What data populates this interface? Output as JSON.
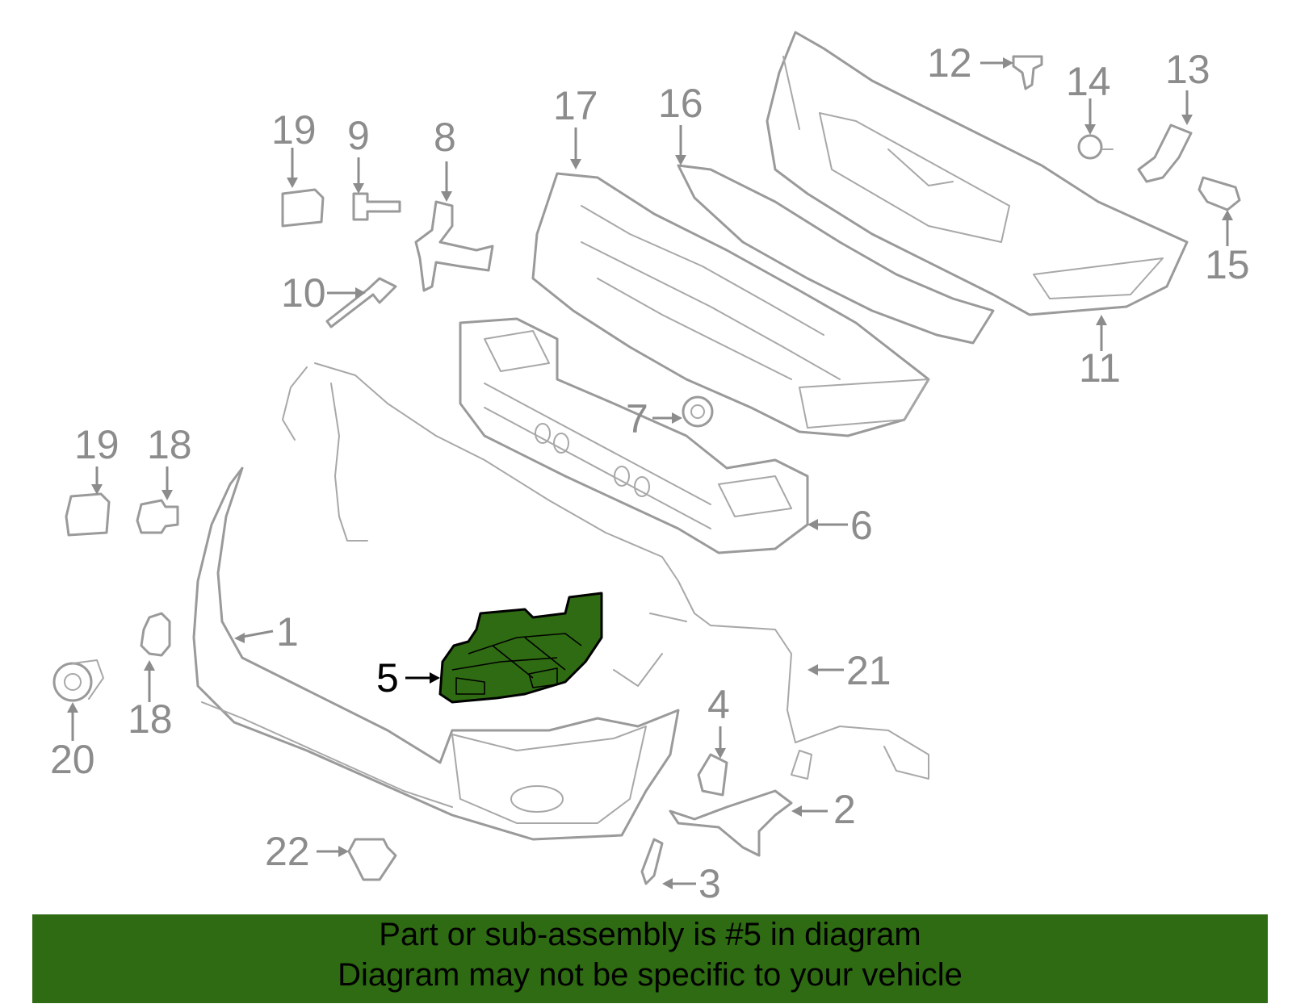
{
  "banner": {
    "line1": "Part or sub-assembly is #5 in diagram",
    "line2": "Diagram may not be specific to your vehicle"
  },
  "callouts": [
    {
      "id": "1",
      "label": "1"
    },
    {
      "id": "2",
      "label": "2"
    },
    {
      "id": "3",
      "label": "3"
    },
    {
      "id": "4",
      "label": "4"
    },
    {
      "id": "5",
      "label": "5"
    },
    {
      "id": "6",
      "label": "6"
    },
    {
      "id": "7",
      "label": "7"
    },
    {
      "id": "8",
      "label": "8"
    },
    {
      "id": "9",
      "label": "9"
    },
    {
      "id": "10",
      "label": "10"
    },
    {
      "id": "11a",
      "label": "11"
    },
    {
      "id": "12",
      "label": "12"
    },
    {
      "id": "13",
      "label": "13"
    },
    {
      "id": "14",
      "label": "14"
    },
    {
      "id": "15",
      "label": "15"
    },
    {
      "id": "16",
      "label": "16"
    },
    {
      "id": "17",
      "label": "17"
    },
    {
      "id": "18a",
      "label": "18"
    },
    {
      "id": "18b",
      "label": "18"
    },
    {
      "id": "19a",
      "label": "19"
    },
    {
      "id": "19b",
      "label": "19"
    },
    {
      "id": "20",
      "label": "20"
    },
    {
      "id": "21",
      "label": "21"
    },
    {
      "id": "22",
      "label": "22"
    }
  ],
  "highlighted_part": "5",
  "colors": {
    "banner_bg": "#2e6b12",
    "highlight_fill": "#2e6b12",
    "line_art": "#9a9a9a",
    "callout_text": "#8c8c8c",
    "highlight_text": "#000000"
  }
}
